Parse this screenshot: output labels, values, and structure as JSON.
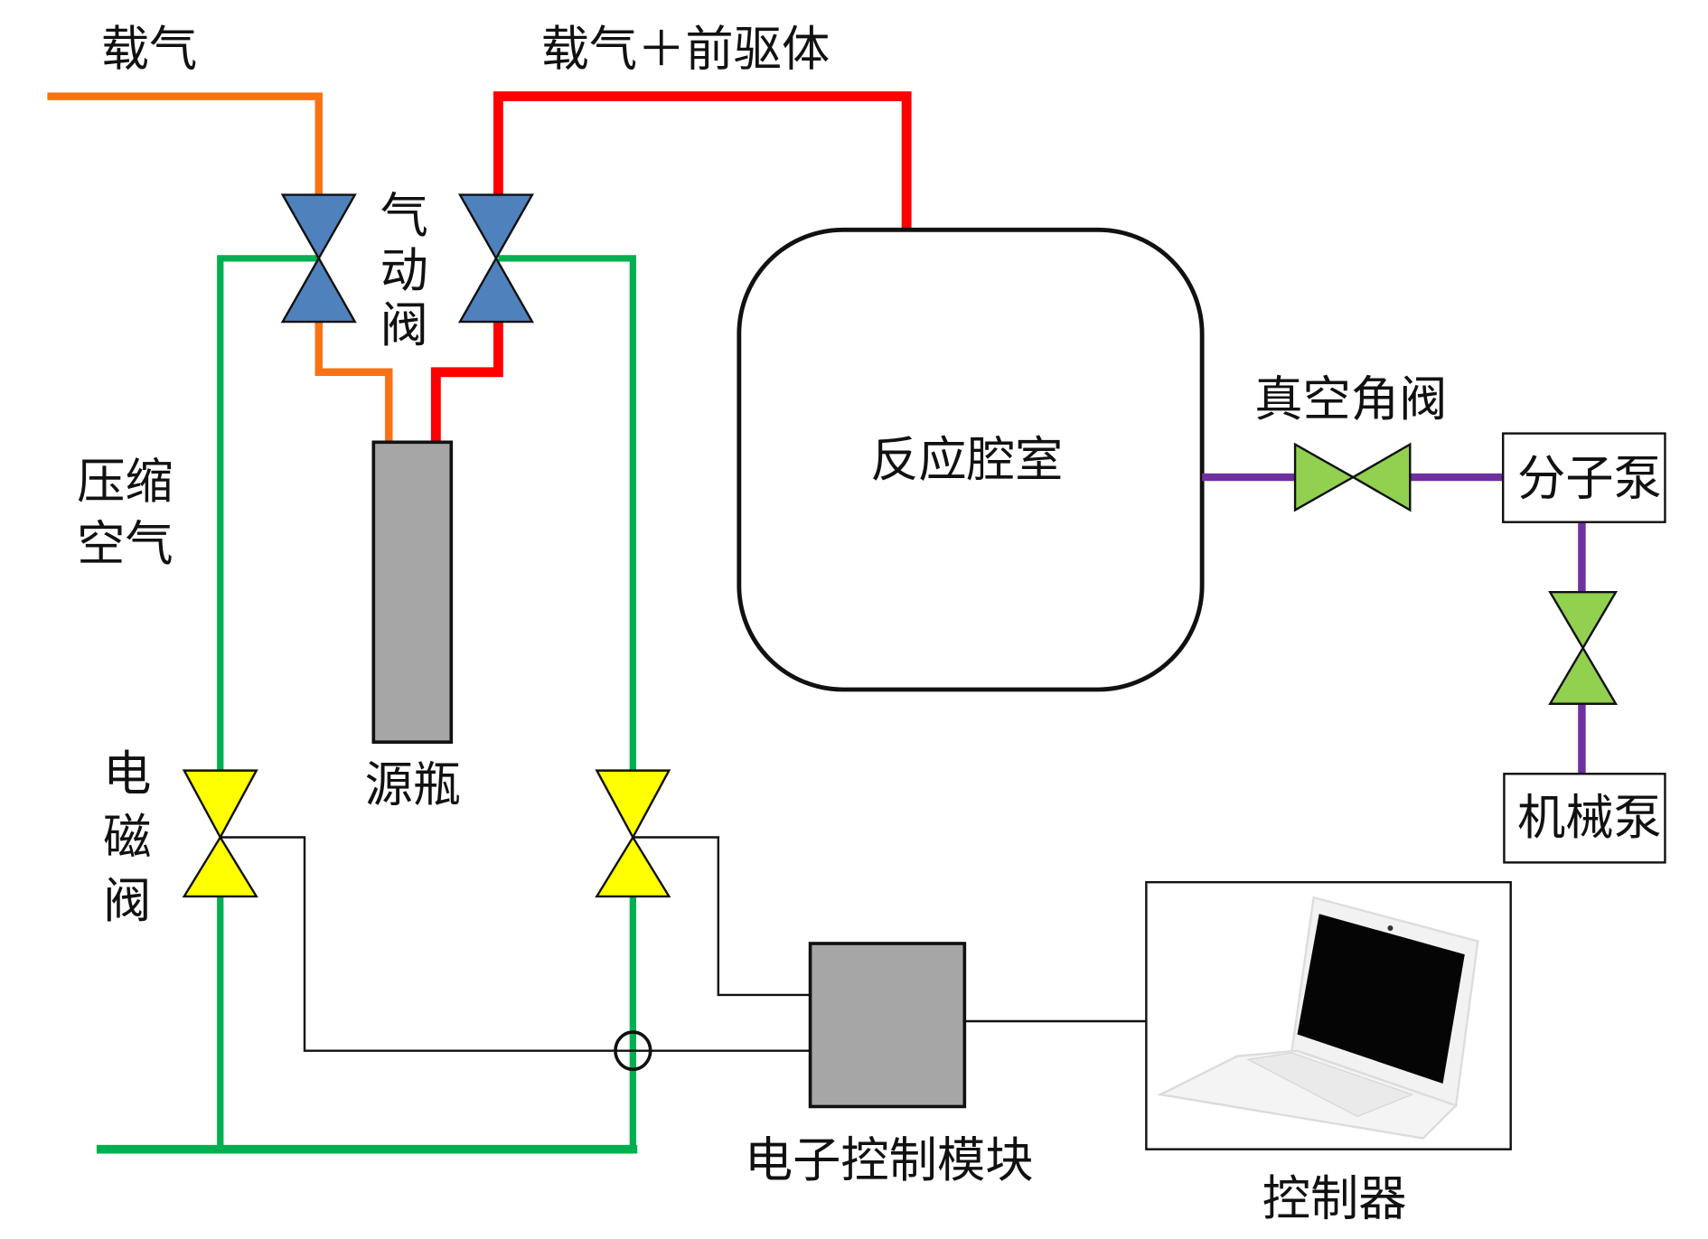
{
  "labels": {
    "carrier_gas": "载气",
    "carrier_precursor": "载气＋前驱体",
    "pneumatic_valve": [
      "气",
      "动",
      "阀"
    ],
    "compressed_air": [
      "压缩",
      "空气"
    ],
    "source_bottle": "源瓶",
    "solenoid_valve": [
      "电",
      "磁",
      "阀"
    ],
    "reaction_chamber": "反应腔室",
    "vacuum_angle_valve": "真空角阀",
    "molecular_pump": "分子泵",
    "mechanical_pump": "机械泵",
    "electronic_control_module": "电子控制模块",
    "controller": "控制器"
  },
  "colors": {
    "carrier_line": "#F97316",
    "precursor_line": "#FF0000",
    "air_line": "#00B050",
    "vacuum_line": "#7030A0",
    "pneumatic_valve": "#4F81BD",
    "solenoid_valve": "#FFFF00",
    "vacuum_valve": "#92D050",
    "module_fill": "#A6A6A6"
  }
}
